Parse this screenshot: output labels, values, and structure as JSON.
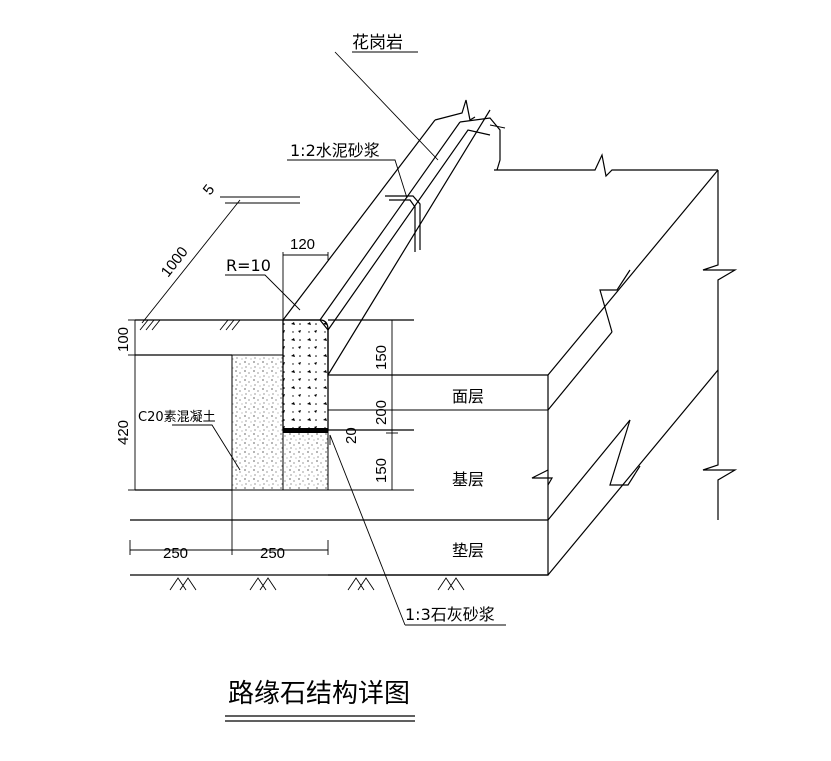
{
  "title": "路缘石结构详图",
  "labels": {
    "granite": "花岗岩",
    "cement_mortar": "1:2水泥砂浆",
    "lime_mortar": "1:3石灰砂浆",
    "concrete": "C20素混凝土",
    "radius": "R=10",
    "surface": "面层",
    "base": "基层",
    "cushion": "垫层"
  },
  "dimensions": {
    "d5": "5",
    "d1000": "1000",
    "d120": "120",
    "d100": "100",
    "d420": "420",
    "d150a": "150",
    "d200": "200",
    "d20": "20",
    "d150b": "150",
    "d250a": "250",
    "d250b": "250"
  }
}
